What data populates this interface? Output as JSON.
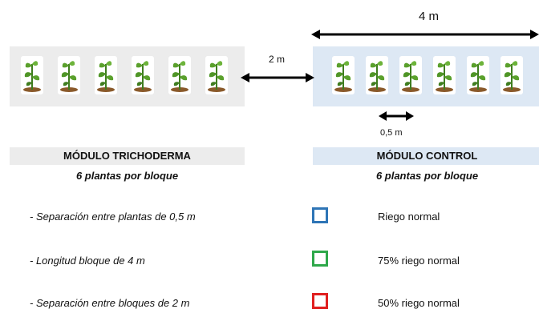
{
  "dimensions": {
    "block_length": "4 m",
    "block_gap": "2 m",
    "plant_spacing": "0,5 m"
  },
  "modules": [
    {
      "title": "MÓDULO TRICHODERMA",
      "subtitle": "6 plantas por bloque",
      "color": "#ececec"
    },
    {
      "title": "MÓDULO CONTROL",
      "subtitle": "6 plantas por bloque",
      "color": "#dde8f4"
    }
  ],
  "notes": [
    "- Separación entre plantas de 0,5 m",
    "- Longitud bloque de 4 m",
    "- Separación entre bloques de 2 m"
  ],
  "legend": [
    {
      "label": "Riego normal",
      "color": "#2e75b6"
    },
    {
      "label": "75% riego normal",
      "color": "#2ea84a"
    },
    {
      "label": "50% riego normal",
      "color": "#e02020"
    }
  ],
  "plant_icon": "seedling-icon"
}
